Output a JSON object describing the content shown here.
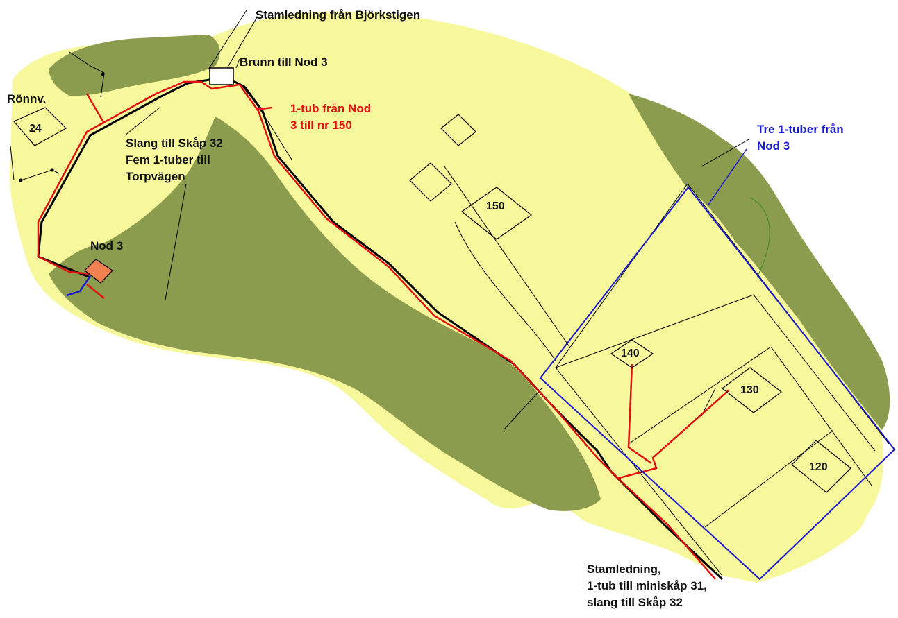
{
  "map": {
    "colors": {
      "yellow_area": "#f7f79b",
      "green_area": "#8c9c4e",
      "red_cable": "#e01010",
      "blue_cable": "#1a1ad0",
      "main_line": "#000000",
      "node_fill": "#f08050",
      "green_line": "#3d8c1e"
    },
    "labels": {
      "stamledning_bjorkstigen": "Stamledning från Björkstigen",
      "brunn_nod3": "Brunn till Nod 3",
      "ronnv": "Rönnv.",
      "slang_lines": [
        "Slang till Skåp 32",
        "Fem 1-tuber till",
        "Torpvägen"
      ],
      "tub_nod3_lines": [
        "1-tub från Nod",
        "3 till nr 150"
      ],
      "tre_tuber_lines": [
        "Tre 1-tuber från",
        "Nod 3"
      ],
      "nod3": "Nod 3",
      "stamledning_lines": [
        "Stamledning,",
        "1-tub till miniskåp 31,",
        "slang till Skåp 32"
      ]
    },
    "plots": {
      "p24": "24",
      "p150": "150",
      "p140": "140",
      "p130": "130",
      "p120": "120"
    }
  }
}
